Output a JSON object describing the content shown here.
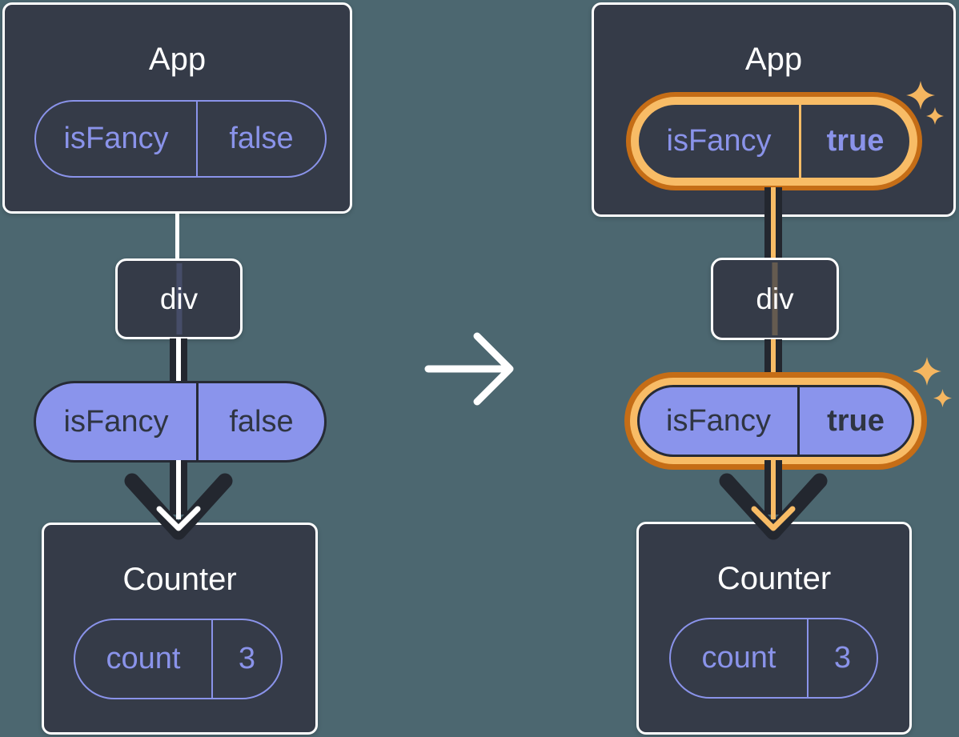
{
  "diagram": {
    "before": {
      "app": {
        "title": "App",
        "prop_name": "isFancy",
        "prop_value": "false"
      },
      "div": {
        "label": "div"
      },
      "passed_prop": {
        "name": "isFancy",
        "value": "false"
      },
      "counter": {
        "title": "Counter",
        "state_name": "count",
        "state_value": "3"
      }
    },
    "after": {
      "app": {
        "title": "App",
        "prop_name": "isFancy",
        "prop_value": "true"
      },
      "div": {
        "label": "div"
      },
      "passed_prop": {
        "name": "isFancy",
        "value": "true"
      },
      "counter": {
        "title": "Counter",
        "state_name": "count",
        "state_value": "3"
      }
    }
  },
  "icons": {
    "transition_arrow": "right-arrow",
    "sparkles": "four-point-star",
    "flow_arrow": "down-arrow"
  },
  "colors": {
    "background": "#4C6770",
    "card": "#353B48",
    "card_border": "#FFFFFF",
    "purple": "#8A93EA",
    "purple_fill": "#8A94EC",
    "ink_dark": "#23272F",
    "pill_text_dark": "#2F3542",
    "orange_dark": "#C56D16",
    "orange_light": "#F8BC66",
    "sparkle": "#F5B660",
    "line_white": "#FFFFFF"
  }
}
